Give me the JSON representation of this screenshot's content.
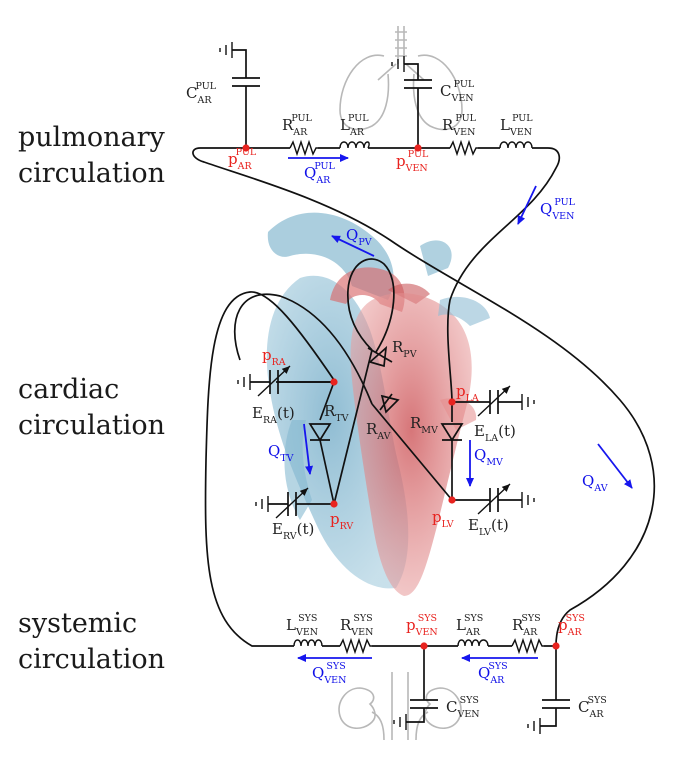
{
  "sections": {
    "pulmonary": [
      "pulmonary",
      "circulation"
    ],
    "cardiac": [
      "cardiac",
      "circulation"
    ],
    "systemic": [
      "systemic",
      "circulation"
    ]
  },
  "labels": {
    "c_ar_pul": {
      "main": "C",
      "sub": "AR",
      "sup": "PUL"
    },
    "c_ven_pul": {
      "main": "C",
      "sub": "VEN",
      "sup": "PUL"
    },
    "r_ar_pul": {
      "main": "R",
      "sub": "AR",
      "sup": "PUL"
    },
    "l_ar_pul": {
      "main": "L",
      "sub": "AR",
      "sup": "PUL"
    },
    "r_ven_pul": {
      "main": "R",
      "sub": "VEN",
      "sup": "PUL"
    },
    "l_ven_pul": {
      "main": "L",
      "sub": "VEN",
      "sup": "PUL"
    },
    "p_ar_pul": {
      "main": "p",
      "sub": "AR",
      "sup": "PUL"
    },
    "p_ven_pul": {
      "main": "p",
      "sub": "VEN",
      "sup": "PUL"
    },
    "q_ar_pul": {
      "main": "Q",
      "sub": "AR",
      "sup": "PUL"
    },
    "q_ven_pul": {
      "main": "Q",
      "sub": "VEN",
      "sup": "PUL"
    },
    "q_pv": {
      "main": "Q",
      "sub": "PV",
      "sup": ""
    },
    "r_pv": {
      "main": "R",
      "sub": "PV",
      "sup": ""
    },
    "p_ra": {
      "main": "p",
      "sub": "RA",
      "sup": ""
    },
    "e_ra": {
      "main": "E",
      "sub": "RA",
      "sup": "",
      "tail": "(t)"
    },
    "r_tv": {
      "main": "R",
      "sub": "TV",
      "sup": ""
    },
    "r_av": {
      "main": "R",
      "sub": "AV",
      "sup": ""
    },
    "r_mv": {
      "main": "R",
      "sub": "MV",
      "sup": ""
    },
    "p_la": {
      "main": "p",
      "sub": "LA",
      "sup": ""
    },
    "e_la": {
      "main": "E",
      "sub": "LA",
      "sup": "",
      "tail": "(t)"
    },
    "q_tv": {
      "main": "Q",
      "sub": "TV",
      "sup": ""
    },
    "q_mv": {
      "main": "Q",
      "sub": "MV",
      "sup": ""
    },
    "q_av": {
      "main": "Q",
      "sub": "AV",
      "sup": ""
    },
    "e_rv": {
      "main": "E",
      "sub": "RV",
      "sup": "",
      "tail": "(t)"
    },
    "p_rv": {
      "main": "p",
      "sub": "RV",
      "sup": ""
    },
    "p_lv": {
      "main": "p",
      "sub": "LV",
      "sup": ""
    },
    "e_lv": {
      "main": "E",
      "sub": "LV",
      "sup": "",
      "tail": "(t)"
    },
    "l_ven_sys": {
      "main": "L",
      "sub": "VEN",
      "sup": "SYS"
    },
    "r_ven_sys": {
      "main": "R",
      "sub": "VEN",
      "sup": "SYS"
    },
    "p_ven_sys": {
      "main": "p",
      "sub": "VEN",
      "sup": "SYS"
    },
    "l_ar_sys": {
      "main": "L",
      "sub": "AR",
      "sup": "SYS"
    },
    "r_ar_sys": {
      "main": "R",
      "sub": "AR",
      "sup": "SYS"
    },
    "p_ar_sys": {
      "main": "p",
      "sub": "AR",
      "sup": "SYS"
    },
    "q_ven_sys": {
      "main": "Q",
      "sub": "VEN",
      "sup": "SYS"
    },
    "q_ar_sys": {
      "main": "Q",
      "sub": "AR",
      "sup": "SYS"
    },
    "c_ven_sys": {
      "main": "C",
      "sub": "VEN",
      "sup": "SYS"
    },
    "c_ar_sys": {
      "main": "C",
      "sub": "AR",
      "sup": "SYS"
    }
  },
  "colors": {
    "wire": "#111111",
    "pressure": "#e8231f",
    "flow": "#1616ee",
    "right_heart": "#7fb3cc",
    "left_heart": "#d9676a",
    "organ_outline": "#b8b8b8"
  }
}
